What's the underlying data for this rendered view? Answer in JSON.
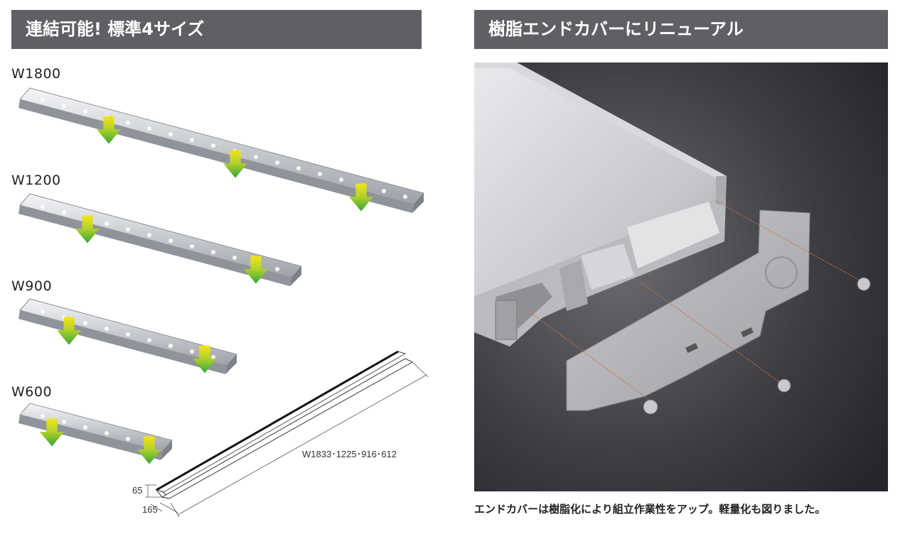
{
  "left": {
    "header": "連結可能! 標準4サイズ",
    "sizes": [
      "W1800",
      "W1200",
      "W900",
      "W600"
    ],
    "dimensions": {
      "lengths": "W1833･1225･916･612",
      "height": "65",
      "depth": "165"
    }
  },
  "right": {
    "header": "樹脂エンドカバーにリニューアル",
    "caption": "エンドカバーは樹脂化により組立作業性をアップ。軽量化も図りました。"
  },
  "colors": {
    "header_bg": "#5f6063",
    "arrow_green": "#35a537",
    "arrow_yellow": "#f2e41a"
  }
}
